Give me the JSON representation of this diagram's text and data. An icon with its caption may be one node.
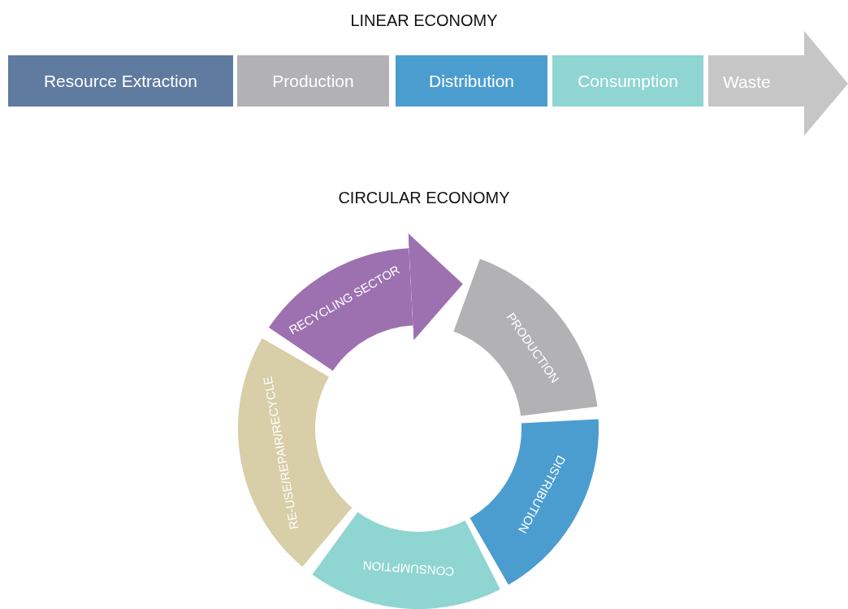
{
  "diagram": {
    "nodes": [
      {
        "text": [
          "Resource Extraction"
        ]
      },
      {
        "text": [
          "Production"
        ]
      },
      {
        "text": [
          "Distribution"
        ]
      },
      {
        "text": [
          "Consumption"
        ]
      },
      {
        "text": [
          "Waste"
        ]
      },
      {
        "text": [
          "RECYCLING SECTOR"
        ]
      },
      {
        "text": [
          "PRODUCTION"
        ]
      },
      {
        "text": [
          "DISTRIBUTION"
        ]
      },
      {
        "text": [
          "CONSUMPTION"
        ]
      },
      {
        "text": [
          "RE-USE/REPAIR/RECYCLE"
        ]
      }
    ],
    "edges": [
      {
        "from": 9,
        "to": 6,
        "arrow": "to"
      }
    ],
    "labels": [
      "LINEAR ECONOMY",
      "CIRCULAR ECONOMY"
    ]
  }
}
